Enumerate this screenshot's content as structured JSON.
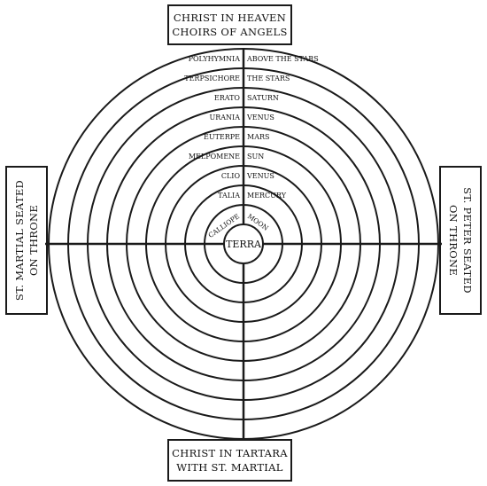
{
  "boxes": {
    "top": {
      "line1": "CHRIST IN HEAVEN",
      "line2": "CHOIRS OF ANGELS"
    },
    "bottom": {
      "line1": "CHRIST IN TARTARA",
      "line2": "WITH ST. MARTIAL"
    },
    "left": {
      "line1": "ST. MARTIAL SEATED",
      "line2": "ON THRONE"
    },
    "right": {
      "line1": "ST. PETER SEATED",
      "line2": "ON THRONE"
    }
  },
  "center_label": "TERRA",
  "rings": [
    {
      "muse": "CALLIOPE",
      "sphere": "MOON"
    },
    {
      "muse": "TALIA",
      "sphere": "MERCURY"
    },
    {
      "muse": "CLIO",
      "sphere": "VENUS"
    },
    {
      "muse": "MELPOMENE",
      "sphere": "SUN"
    },
    {
      "muse": "EUTERPE",
      "sphere": "MARS"
    },
    {
      "muse": "URANIA",
      "sphere": "VENUS"
    },
    {
      "muse": "ERATO",
      "sphere": "SATURN"
    },
    {
      "muse": "TERPSICHORE",
      "sphere": "THE STARS"
    },
    {
      "muse": "POLYHYMNIA",
      "sphere": "ABOVE THE STARS"
    }
  ],
  "colors": {
    "stroke": "#1a1a1a",
    "background": "#ffffff"
  }
}
